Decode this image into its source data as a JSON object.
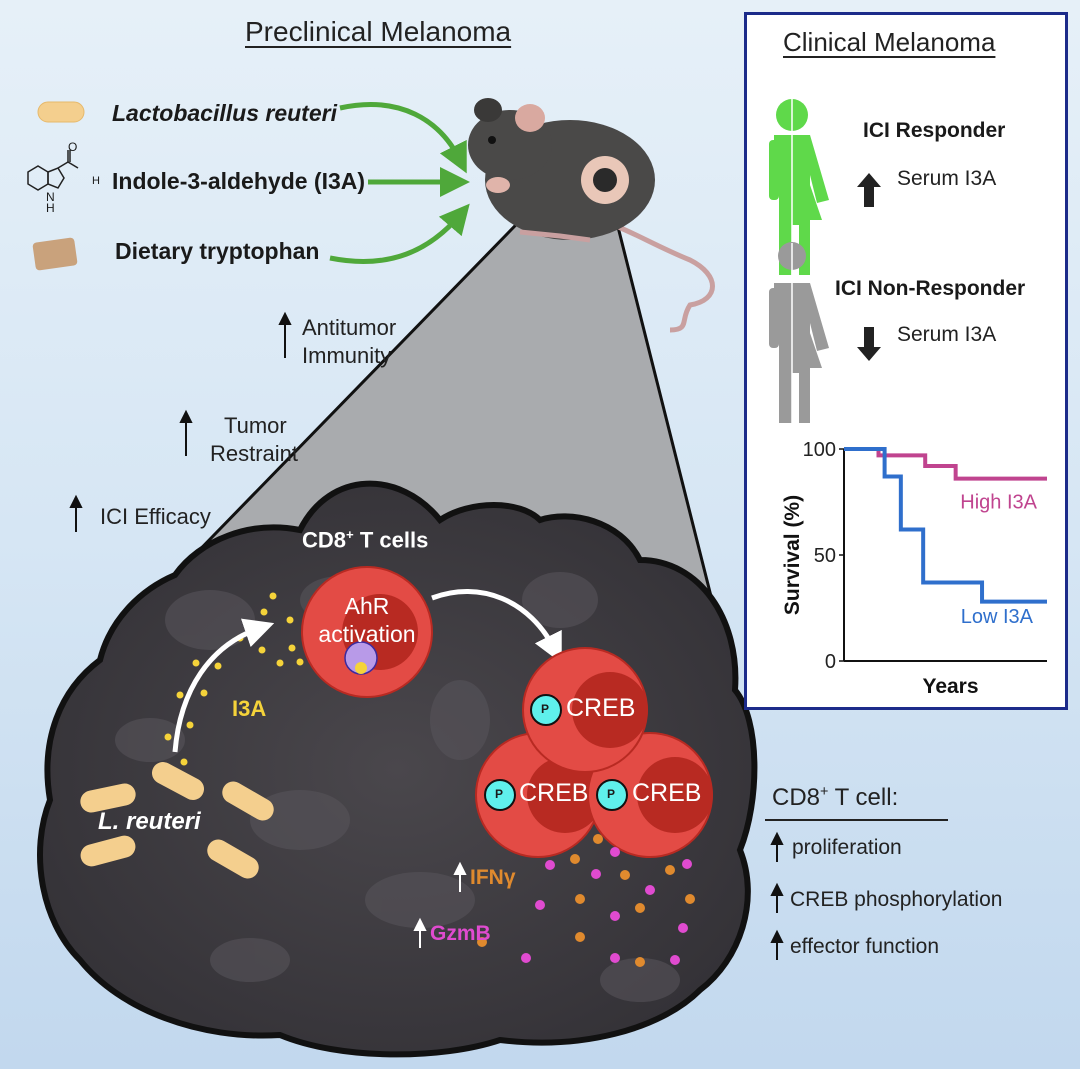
{
  "preclinical": {
    "title": "Preclinical Melanoma",
    "inputs": [
      {
        "label": "Lactobacillus reuteri",
        "icon": "bacterium-icon"
      },
      {
        "label": "Indole-3-aldehyde (I3A)",
        "icon": "indole-structure-icon"
      },
      {
        "label": "Dietary tryptophan",
        "icon": "food-pellet-icon"
      }
    ],
    "outcomes": [
      {
        "label_line1": "Antitumor",
        "label_line2": "Immunity"
      },
      {
        "label_line1": "Tumor",
        "label_line2": "Restraint"
      },
      {
        "label_line1": "ICI Efficacy",
        "label_line2": ""
      }
    ],
    "structure_labels": {
      "oxygen": "O",
      "hydrogen": "H",
      "nh_n": "N",
      "nh_h": "H"
    }
  },
  "tumor": {
    "cd8_title": "CD8",
    "cd8_sup": "+",
    "cd8_suffix": " T cells",
    "ahr_line1": "AhR",
    "ahr_line2": "activation",
    "i3a_label": "I3A",
    "bacteria_label": "L. reuteri",
    "p_label": "P",
    "creb_label": "CREB",
    "ifng_label": "IFNγ",
    "gzmb_label": "GzmB",
    "colors": {
      "i3a": "#f5d33a",
      "ifng": "#e08a2e",
      "gzmb": "#e04bd0",
      "cell": "#e34b45",
      "nucleus": "#b82a22",
      "phospho": "#5ff0ec"
    }
  },
  "cd8_effects": {
    "title_pre": "CD8",
    "title_sup": "+",
    "title_post": " T cell:",
    "items": [
      "proliferation",
      "CREB phosphorylation",
      "effector function"
    ]
  },
  "clinical": {
    "title": "Clinical Melanoma",
    "responder": {
      "title": "ICI Responder",
      "serum": "Serum I3A",
      "direction": "up",
      "color": "#5fd94a"
    },
    "non_responder": {
      "title": "ICI Non-Responder",
      "serum": "Serum I3A",
      "direction": "down",
      "color": "#9a9a9a"
    }
  },
  "chart_data": {
    "type": "line",
    "title": "",
    "xlabel": "Years",
    "ylabel": "Survival (%)",
    "ylim": [
      0,
      100
    ],
    "xlim": [
      0,
      10
    ],
    "yticks": [
      0,
      50,
      100
    ],
    "ytick_labels": [
      "0",
      "50",
      "100"
    ],
    "grid": false,
    "series": [
      {
        "name": "High I3A",
        "color": "#c0448f",
        "step": true,
        "x": [
          0,
          1.7,
          1.7,
          4.0,
          4.0,
          5.5,
          5.5,
          10
        ],
        "y": [
          100,
          100,
          97,
          97,
          92,
          92,
          86,
          86
        ]
      },
      {
        "name": "Low I3A",
        "color": "#2f6fcc",
        "step": true,
        "x": [
          0,
          2.0,
          2.0,
          2.8,
          2.8,
          3.9,
          3.9,
          6.8,
          6.8,
          10
        ],
        "y": [
          100,
          100,
          87,
          87,
          62,
          62,
          37,
          37,
          28,
          28
        ]
      }
    ],
    "legend_placement": "inline-right"
  }
}
